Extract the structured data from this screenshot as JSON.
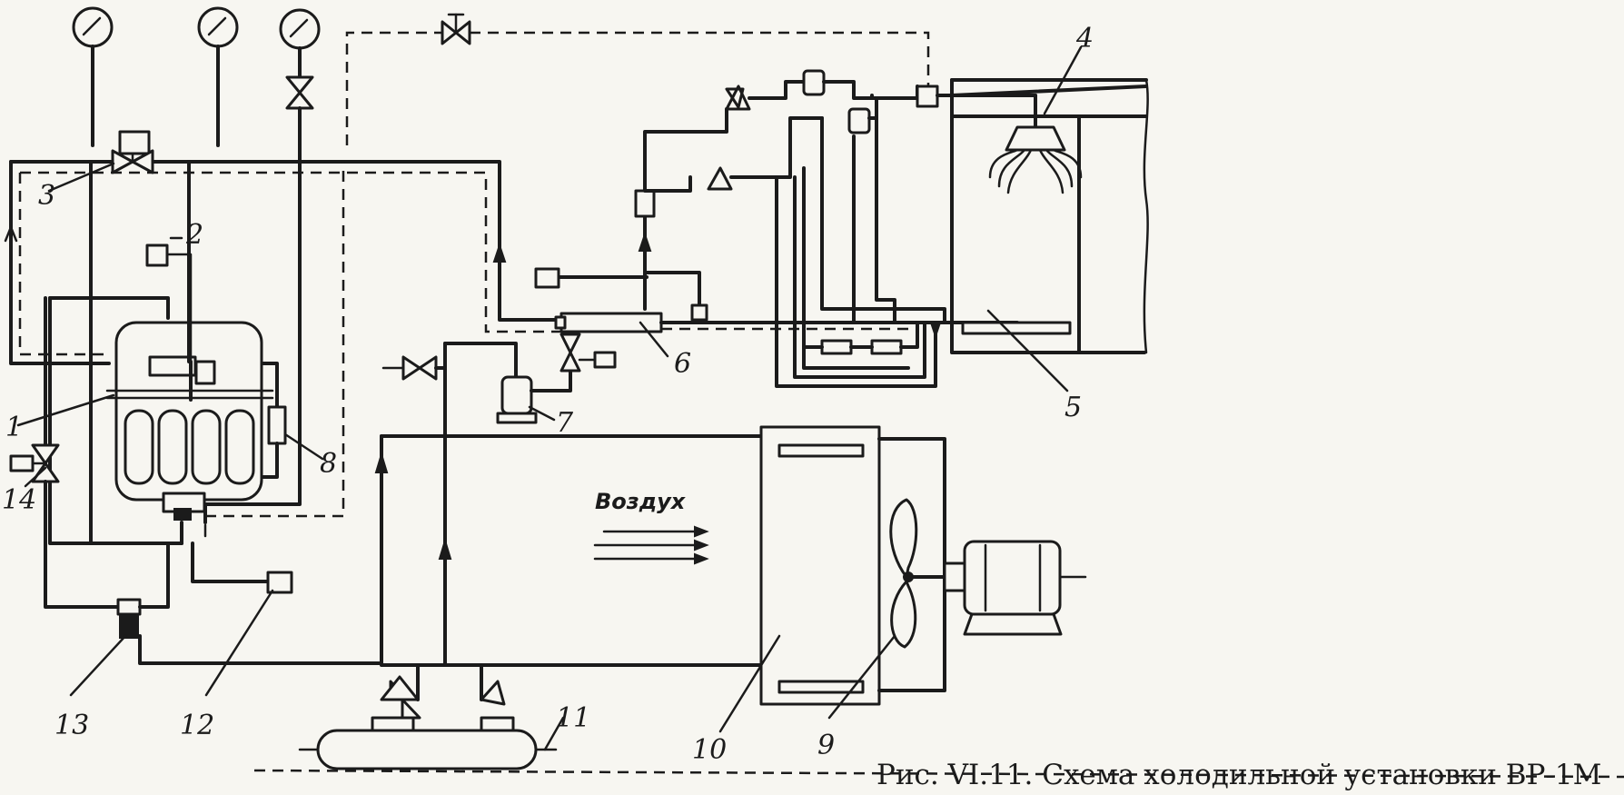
{
  "caption": "Рис. VI.11. Схема холодильной установки ВР-1М",
  "air_label": "Воздух",
  "labels": {
    "n1": "1",
    "n2": "2",
    "n3": "3",
    "n4": "4",
    "n5": "5",
    "n6": "6",
    "n7": "7",
    "n8": "8",
    "n9": "9",
    "n10": "10",
    "n11": "11",
    "n12": "12",
    "n13": "13",
    "n14": "14"
  }
}
